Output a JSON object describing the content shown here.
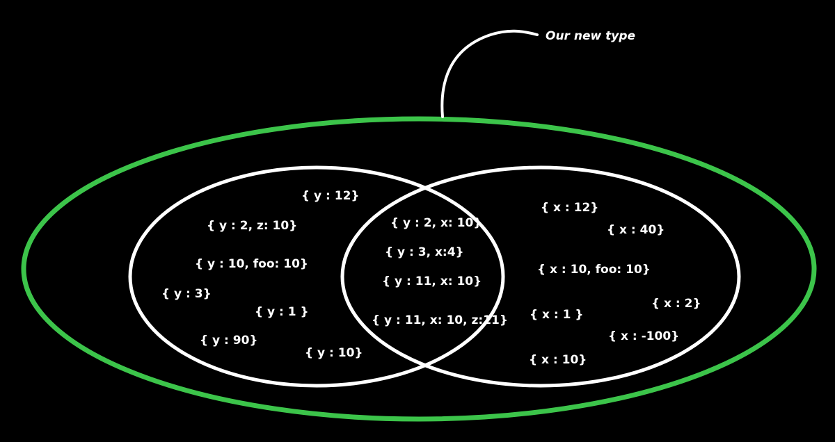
{
  "callout": {
    "label": "Our new type"
  },
  "colors": {
    "background": "#000000",
    "outer_set": "#3cc44a",
    "inner_sets": "#ffffff",
    "text": "#ffffff"
  },
  "left_set_items": [
    "{ y : 12}",
    "{ y : 2, z: 10}",
    "{ y : 10, foo: 10}",
    "{ y : 3}",
    "{ y : 1 }",
    "{ y : 90}",
    "{ y : 10}"
  ],
  "intersection_items": [
    "{ y : 2, x: 10}",
    "{ y : 3, x:4}",
    "{ y : 11, x: 10}",
    "{ y : 11, x: 10, z:11}"
  ],
  "right_set_items": [
    "{ x : 12}",
    "{ x : 40}",
    "{ x : 10, foo: 10}",
    "{ x : 2}",
    "{ x : 1 }",
    "{ x : -100}",
    "{ x : 10}"
  ]
}
